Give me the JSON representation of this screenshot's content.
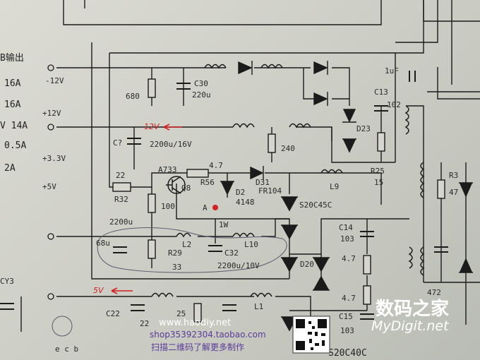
{
  "left_table": {
    "heading": "B输出",
    "currents": [
      "16A",
      "16A",
      "V 14A",
      "0.5A",
      "2A"
    ]
  },
  "rails": [
    "-12V",
    "+12V",
    "+3.3V",
    "+5V"
  ],
  "annotations": {
    "rail_12v": "12V",
    "rail_5v": "5V",
    "point_a": "A"
  },
  "components": {
    "c30": "C30",
    "c30_val": "220u",
    "r680": "680",
    "c13": "C13",
    "c102": "102",
    "d23": "D23",
    "cap_1u": "1uF",
    "c7": "C?",
    "c7_val": "2200u/16V",
    "r240": "240",
    "q8_part": "A733",
    "q8": "Q8",
    "r22": "22",
    "r32": "R32",
    "r100": "100",
    "r47": "4.7",
    "r56": "R56",
    "d2": "D2",
    "d2_val": "4148",
    "d31": "D31",
    "d31_val": "FR104",
    "l9": "L9",
    "r25": "R25",
    "r25_val": "15",
    "r3": "R3",
    "r3_val": "47",
    "s20": "S20C45C",
    "c14": "C14",
    "c14_val": "103",
    "r4a": "4.7",
    "r4b": "4.7",
    "c15": "C15",
    "c15_val": "103",
    "c_lw": "1W",
    "l2": "L2",
    "l10": "L10",
    "c2200": "2200u",
    "cap_68": "68u",
    "r29": "R29",
    "r29_val": "33",
    "c32": "C32",
    "c32_val": "2200u/10V",
    "d20": "D20",
    "c472": "472",
    "cy3": "CY3",
    "c22": "C22",
    "c22_val": "22",
    "r25b": "25",
    "l1": "L1",
    "ecb": "e c b",
    "s20b": "S20C40C"
  },
  "watermark": {
    "cn": "数码之家",
    "en": "MyDigit.net",
    "site": "www.haodiy.net"
  },
  "footer": {
    "shop": "shop35392304.taobao.com",
    "scan": "扫描二维码了解更多制作"
  },
  "colors": {
    "wire": "#1b1b1b",
    "red": "#d42020",
    "watermark": "#ffffff",
    "footer": "#5a3a9a"
  }
}
